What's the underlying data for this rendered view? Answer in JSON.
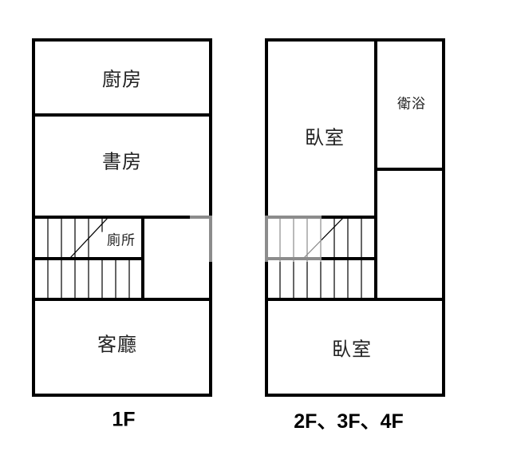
{
  "plan_1f": {
    "rooms": {
      "kitchen": "廚房",
      "study": "書房",
      "toilet": "廁所",
      "living_room": "客廳"
    },
    "floor_label": "1F"
  },
  "plan_2f": {
    "rooms": {
      "bedroom_top": "臥室",
      "bathroom": "衛浴",
      "bedroom_bottom": "臥室"
    },
    "floor_label": "2F、3F、4F"
  },
  "colors": {
    "wall": "#000000",
    "background": "#ffffff",
    "text": "#222222"
  }
}
